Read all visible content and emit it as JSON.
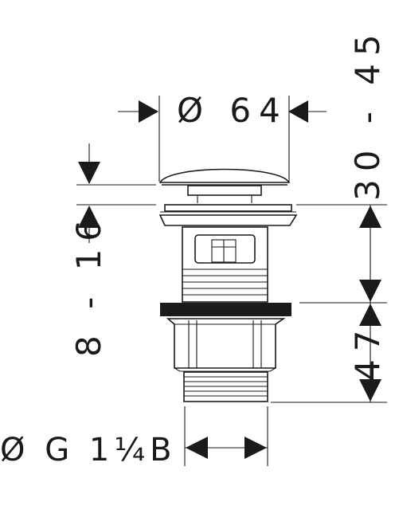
{
  "dimensions": {
    "cap_diameter": "Ø 64",
    "height_range": "30 - 45",
    "lower_height": "47",
    "basin_thickness": "8 - 16",
    "thread": "Ø G 1¼B"
  }
}
